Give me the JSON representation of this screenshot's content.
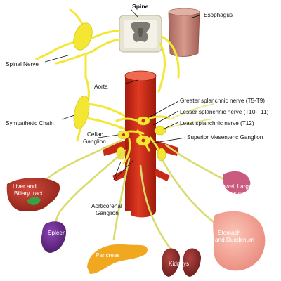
{
  "labels": {
    "spine": "Spine",
    "esophagus": "Esophagus",
    "spinal_nerve": "Spinal Nerve",
    "aorta": "Aorta",
    "sympathetic_chain": "Sympathetic Chain",
    "greater_splanchnic": "Greater splanchnic nerve (T5-T9)",
    "lesser_splanchnic": "Lesser splanchnic nerve (T10-T11)",
    "least_splanchnic": "Least splanchnic nerve (T12)",
    "celiac_line1": "Celiac",
    "celiac_line2": "Ganglion",
    "sup_mesenteric": "Superior Mesenteric Ganglion",
    "liver_line1": "Liver and",
    "liver_line2": "Biliary tract",
    "bowel_line1": "Small Bowel, Large Bowel",
    "bowel_line2": "up to the Transverse colon",
    "aorticorenal_line1": "Aorticorenal",
    "aorticorenal_line2": "Ganglion",
    "spleen": "Spleen",
    "stomach_line1": "Stomach",
    "stomach_line2": "and Duodenum",
    "pancreas": "Pancreas",
    "kidneys": "Kidneys"
  },
  "colors": {
    "aorta": "#d8311c",
    "nerve_yellow": "#f3e733",
    "nerve_green": "#d9dc6a",
    "liver": "#b8342a",
    "spleen": "#6a2a8c",
    "pancreas": "#f1a81f",
    "kidney": "#8a2b2b",
    "stomach": "#f5a898",
    "esophagus": "#c98479",
    "bowel": "#c85b7e"
  }
}
